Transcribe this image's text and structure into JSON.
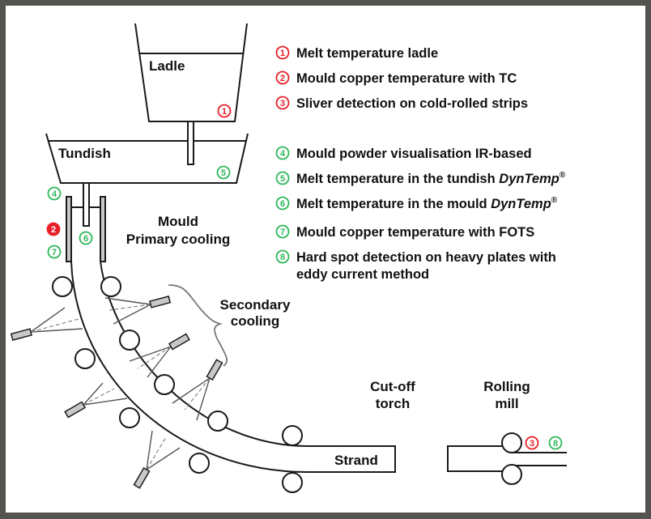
{
  "colors": {
    "frame": "#55534f",
    "background": "#ffffff",
    "line": "#1a1a1a",
    "spray_fill": "#c8c8c8",
    "spray_line": "#555555",
    "red": "#e8202a",
    "green": "#2db85a"
  },
  "labels": {
    "ladle": "Ladle",
    "tundish": "Tundish",
    "mould": "Mould",
    "primary_cooling": "Primary cooling",
    "secondary": "Secondary",
    "cooling": "cooling",
    "cutoff": "Cut-off",
    "torch": "torch",
    "rolling": "Rolling",
    "mill": "mill",
    "strand": "Strand"
  },
  "legend": [
    {
      "num": "1",
      "color": "red",
      "text": "Melt temperature ladle"
    },
    {
      "num": "2",
      "color": "red",
      "text": "Mould copper temperature with TC"
    },
    {
      "num": "3",
      "color": "red",
      "text": "Sliver detection on cold-rolled strips"
    },
    {
      "num": "4",
      "color": "green",
      "text": "Mould powder visualisation IR-based"
    },
    {
      "num": "5",
      "color": "green",
      "text": "Melt temperature in the tundish ",
      "brand": "DynTemp",
      "reg": "®"
    },
    {
      "num": "6",
      "color": "green",
      "text": "Melt temperature in the mould ",
      "brand": "DynTemp",
      "reg": "®"
    },
    {
      "num": "7",
      "color": "green",
      "text": "Mould copper temperature with FOTS"
    },
    {
      "num": "8",
      "color": "green",
      "text": "Hard spot detection on heavy plates with",
      "text2": "eddy current method"
    }
  ],
  "markers": [
    {
      "id": "marker-1",
      "num": "1",
      "color": "red"
    },
    {
      "id": "marker-2",
      "num": "2",
      "color": "red",
      "filled": true
    },
    {
      "id": "marker-3",
      "num": "3",
      "color": "red"
    },
    {
      "id": "marker-4",
      "num": "4",
      "color": "green"
    },
    {
      "id": "marker-5",
      "num": "5",
      "color": "green"
    },
    {
      "id": "marker-6",
      "num": "6",
      "color": "green"
    },
    {
      "id": "marker-7",
      "num": "7",
      "color": "green"
    },
    {
      "id": "marker-8",
      "num": "8",
      "color": "green"
    }
  ]
}
